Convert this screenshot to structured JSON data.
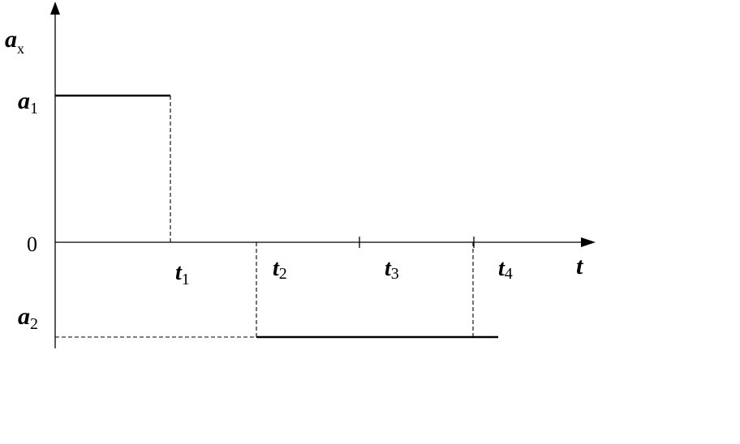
{
  "axes": {
    "y_label_main": "a",
    "y_label_sub": "x",
    "x_label": "t",
    "zero_label": "0"
  },
  "levels": {
    "a1": {
      "main": "a",
      "sub": "1"
    },
    "a2": {
      "main": "a",
      "sub": "2"
    }
  },
  "times": [
    {
      "main": "t",
      "sub": "1"
    },
    {
      "main": "t",
      "sub": "2"
    },
    {
      "main": "t",
      "sub": "3"
    },
    {
      "main": "t",
      "sub": "4"
    }
  ]
}
